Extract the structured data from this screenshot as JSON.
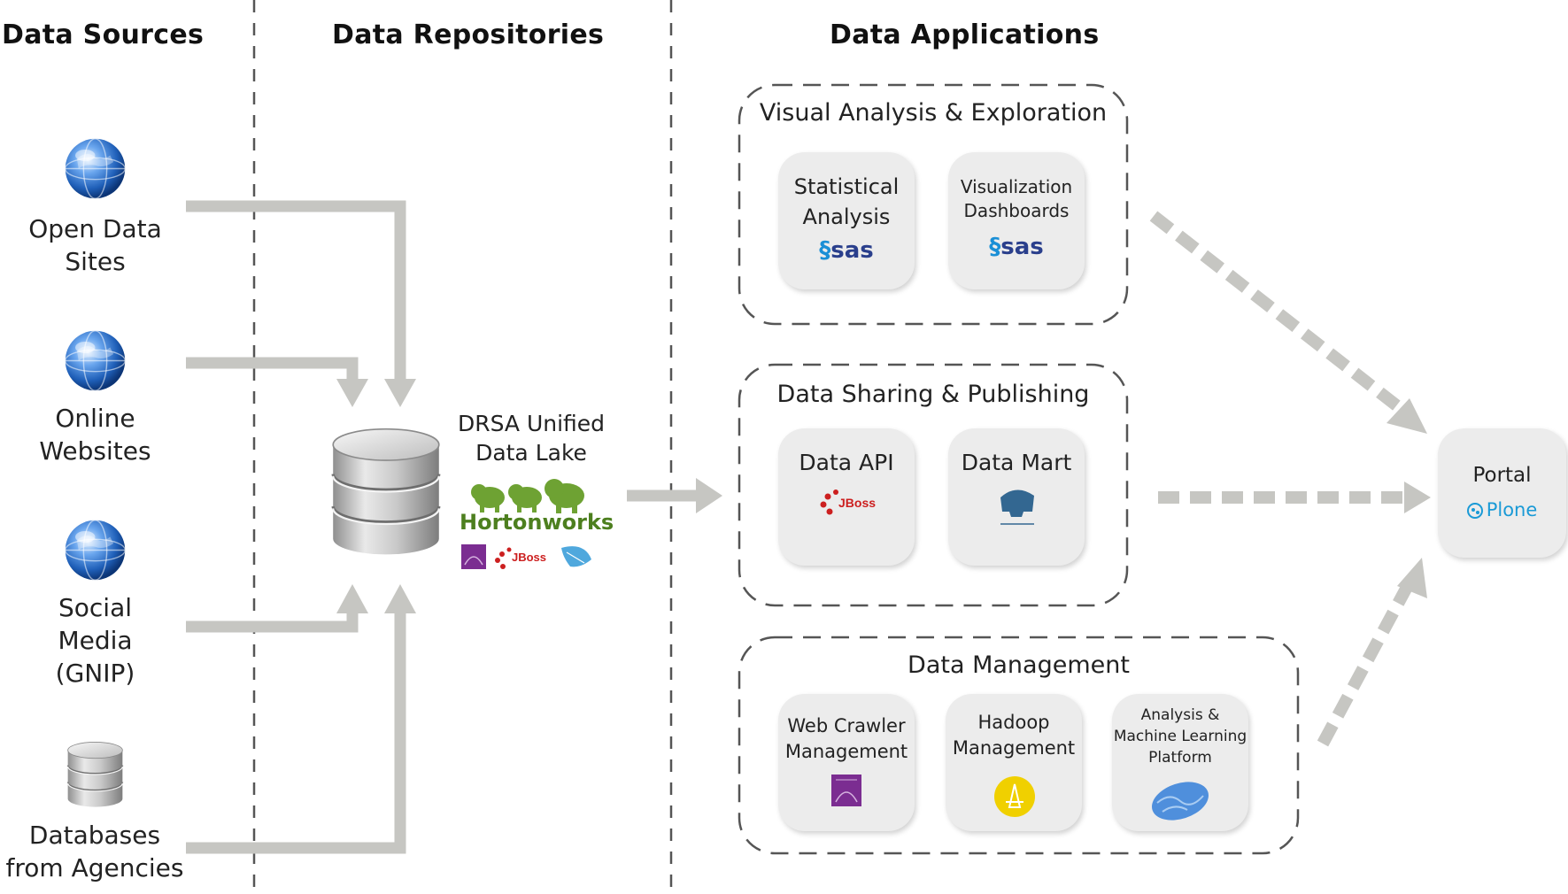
{
  "columns": {
    "sources": "Data Sources",
    "repositories": "Data Repositories",
    "applications": "Data Applications"
  },
  "sources": [
    {
      "label_lines": [
        "Open Data",
        "Sites"
      ],
      "icon": "globe-icon"
    },
    {
      "label_lines": [
        "Online",
        "Websites"
      ],
      "icon": "globe-icon"
    },
    {
      "label_lines": [
        "Social",
        "Media",
        "(GNIP)"
      ],
      "icon": "globe-icon"
    },
    {
      "label_lines": [
        "Databases",
        "from Agencies"
      ],
      "icon": "database-icon"
    }
  ],
  "repository": {
    "label_lines": [
      "DRSA Unified",
      "Data Lake"
    ],
    "vendor": "Hortonworks",
    "icons": [
      "hortonworks-elephants-icon",
      "purple-logo-icon",
      "jboss-logo-icon",
      "blue-whale-logo-icon"
    ]
  },
  "groups": [
    {
      "title": "Visual Analysis & Exploration",
      "tiles": [
        {
          "label_lines": [
            "Statistical",
            "Analysis"
          ],
          "brand": "sas",
          "icon": "sas-logo-icon"
        },
        {
          "label_lines": [
            "Visualization",
            "Dashboards"
          ],
          "brand": "sas",
          "icon": "sas-logo-icon"
        }
      ]
    },
    {
      "title": "Data Sharing & Publishing",
      "tiles": [
        {
          "label_lines": [
            "Data API"
          ],
          "icon": "jboss-logo-icon"
        },
        {
          "label_lines": [
            "Data Mart"
          ],
          "icon": "postgresql-elephant-icon"
        }
      ]
    },
    {
      "title": "Data Management",
      "tiles": [
        {
          "label_lines": [
            "Web Crawler",
            "Management"
          ],
          "icon": "purple-logo-icon"
        },
        {
          "label_lines": [
            "Hadoop",
            "Management"
          ],
          "icon": "hadoop-yellow-logo-icon"
        },
        {
          "label_lines": [
            "Analysis &",
            "Machine Learning",
            "Platform"
          ],
          "icon": "blue-brain-icon"
        }
      ]
    }
  ],
  "portal": {
    "title": "Portal",
    "brand": "Plone",
    "icon": "plone-logo-icon"
  },
  "colors": {
    "arrow": "#c6c6c2",
    "dashed_divider": "#555555",
    "tile_bg": "#ececec",
    "hortonworks_green": "#4d7f1f",
    "sas_blue": "#2a3f8c",
    "plone_blue": "#1a9ad6"
  }
}
